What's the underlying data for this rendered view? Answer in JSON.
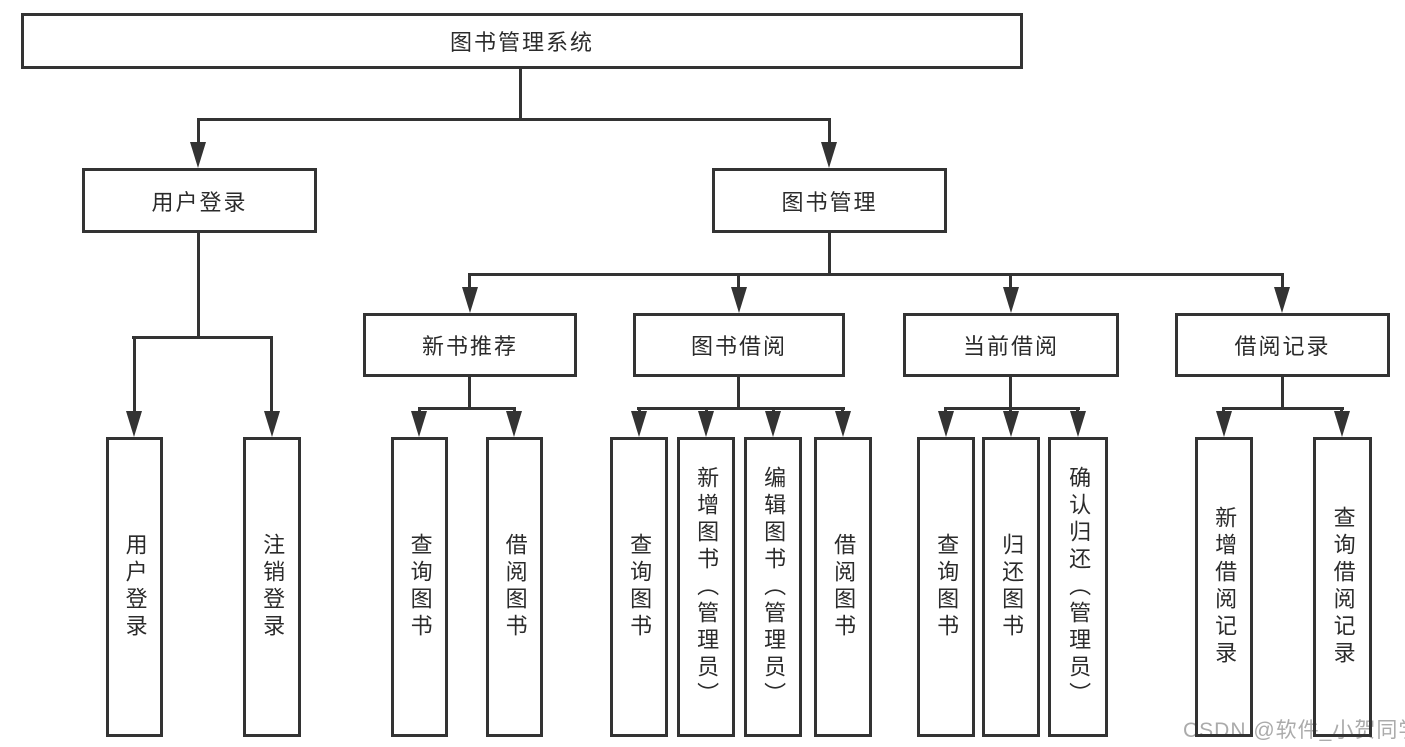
{
  "nodes": {
    "root": {
      "label": "图书管理系统"
    },
    "level2": [
      {
        "label": "用户登录"
      },
      {
        "label": "图书管理"
      }
    ],
    "level3": [
      {
        "label": "新书推荐"
      },
      {
        "label": "图书借阅"
      },
      {
        "label": "当前借阅"
      },
      {
        "label": "借阅记录"
      }
    ],
    "leaves": {
      "user_login": [
        "用户登录",
        "注销登录"
      ],
      "new_book_recommend": [
        "查询图书",
        "借阅图书"
      ],
      "book_borrow": [
        "查询图书",
        "新增图书（管理员）",
        "编辑图书（管理员）",
        "借阅图书"
      ],
      "current_borrow": [
        "查询图书",
        "归还图书",
        "确认归还（管理员）"
      ],
      "borrow_record": [
        "新增借阅记录",
        "查询借阅记录"
      ]
    }
  },
  "watermark": {
    "text": "CSDN @软件_小贺同学"
  },
  "colors": {
    "line": "#333333",
    "text": "#2b2b2b",
    "watermark": "#ababab",
    "background": "#ffffff"
  }
}
